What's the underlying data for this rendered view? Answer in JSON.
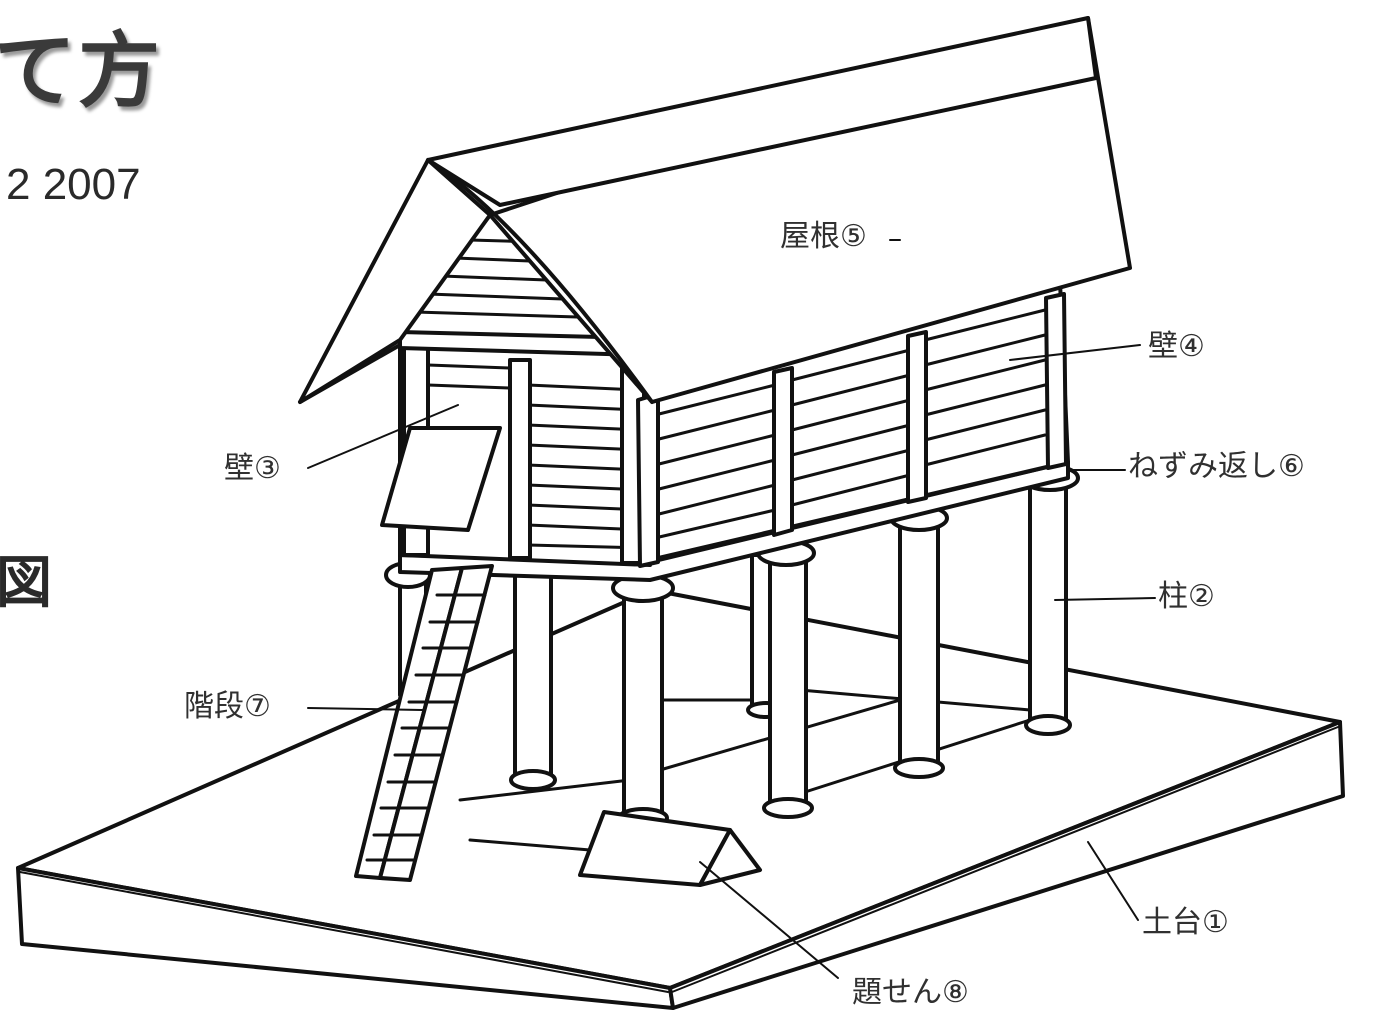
{
  "header": {
    "title_fragment": "て方",
    "year_fragment": "2 2007",
    "figure_fragment": "図"
  },
  "labels": {
    "foundation": "土台①",
    "pillar": "柱②",
    "wall_front": "壁③",
    "wall_side": "壁④",
    "roof": "屋根⑤",
    "rat_guard": "ねずみ返し⑥",
    "stairs": "階段⑦",
    "title_plate": "題せん⑧"
  },
  "colors": {
    "ink": "#111111",
    "label_text": "#303030",
    "background": "#ffffff"
  }
}
